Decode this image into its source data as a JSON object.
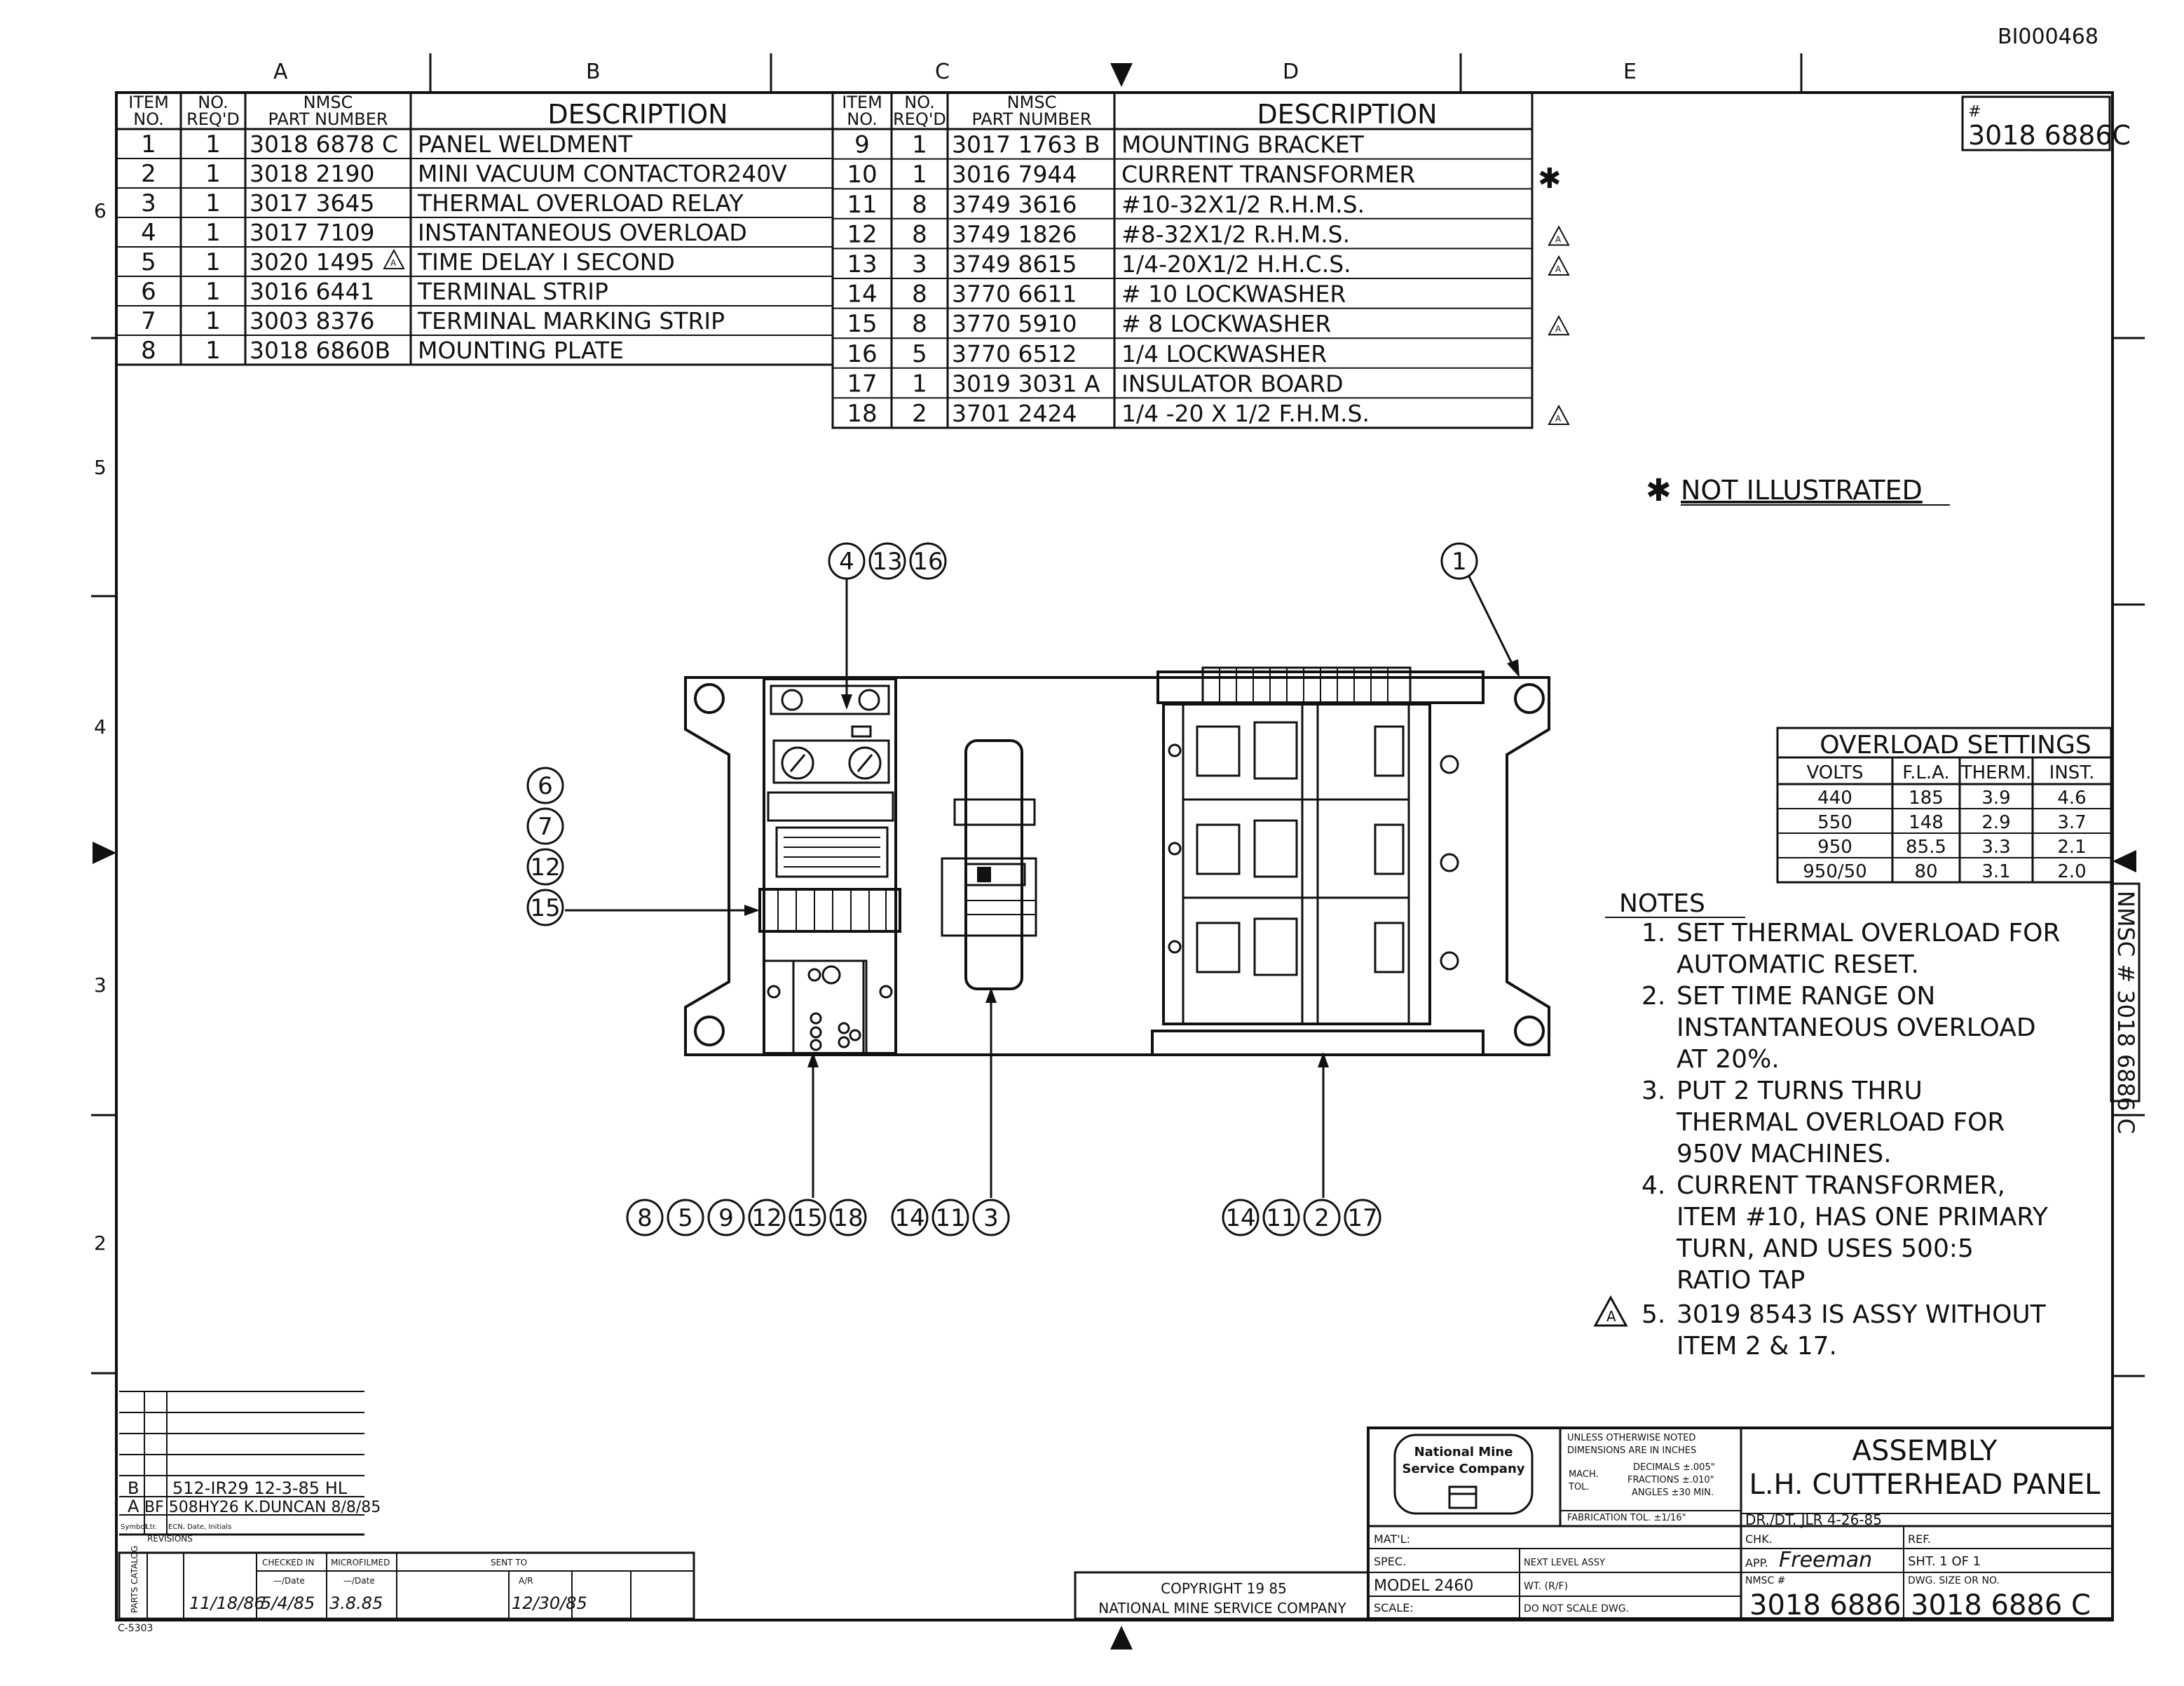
{
  "doc_id": "BI000468",
  "corner_number": "3018 6886C",
  "corner_hash": "#",
  "zone_letters": [
    "A",
    "B",
    "C",
    "D",
    "E"
  ],
  "zone_numbers": [
    "6",
    "5",
    "4",
    "3",
    "2"
  ],
  "parts_headers": {
    "item_no": [
      "ITEM",
      "NO."
    ],
    "no_reqd": [
      "NO.",
      "REQ'D"
    ],
    "part_number": [
      "NMSC",
      "PART NUMBER"
    ],
    "description": "DESCRIPTION"
  },
  "parts_left": [
    {
      "item": "1",
      "qty": "1",
      "part": "3018 6878 C",
      "desc": "PANEL  WELDMENT"
    },
    {
      "item": "2",
      "qty": "1",
      "part": "3018 2190",
      "desc": "MINI VACUUM CONTACTOR240V"
    },
    {
      "item": "3",
      "qty": "1",
      "part": "3017 3645",
      "desc": "THERMAL OVERLOAD RELAY"
    },
    {
      "item": "4",
      "qty": "1",
      "part": "3017 7109",
      "desc": "INSTANTANEOUS OVERLOAD"
    },
    {
      "item": "5",
      "qty": "1",
      "part": "3020 1495",
      "desc": "TIME DELAY  I SECOND",
      "flag": true
    },
    {
      "item": "6",
      "qty": "1",
      "part": "3016 6441",
      "desc": "TERMINAL STRIP"
    },
    {
      "item": "7",
      "qty": "1",
      "part": "3003 8376",
      "desc": "TERMINAL MARKING STRIP"
    },
    {
      "item": "8",
      "qty": "1",
      "part": "3018 6860B",
      "desc": "MOUNTING PLATE"
    }
  ],
  "parts_right": [
    {
      "item": "9",
      "qty": "1",
      "part": "3017 1763  B",
      "desc": "MOUNTING  BRACKET",
      "mark": ""
    },
    {
      "item": "10",
      "qty": "1",
      "part": "3016 7944",
      "desc": "CURRENT  TRANSFORMER",
      "mark": "✱"
    },
    {
      "item": "11",
      "qty": "8",
      "part": "3749 3616",
      "desc": "#10-32X1/2 R.H.M.S.",
      "mark": ""
    },
    {
      "item": "12",
      "qty": "8",
      "part": "3749  1826",
      "desc": "#8-32X1/2  R.H.M.S.",
      "mark": "A"
    },
    {
      "item": "13",
      "qty": "3",
      "part": "3749  8615",
      "desc": "1/4-20X1/2  H.H.C.S.",
      "mark": "A"
    },
    {
      "item": "14",
      "qty": "8",
      "part": "3770  6611",
      "desc": "# 10  LOCKWASHER",
      "mark": ""
    },
    {
      "item": "15",
      "qty": "8",
      "part": "3770  5910",
      "desc": "# 8   LOCKWASHER",
      "mark": "A"
    },
    {
      "item": "16",
      "qty": "5",
      "part": "3770  6512",
      "desc": "1/4  LOCKWASHER",
      "mark": ""
    },
    {
      "item": "17",
      "qty": "1",
      "part": "3019   3031 A",
      "desc": "INSULATOR BOARD",
      "mark": ""
    },
    {
      "item": "18",
      "qty": "2",
      "part": "3701   2424",
      "desc": "1/4 -20 X 1/2  F.H.M.S.",
      "mark": "A"
    }
  ],
  "not_illustrated": "NOT  ILLUSTRATED",
  "star": "✱",
  "balloons": {
    "top_left": [
      "4",
      "13",
      "16"
    ],
    "top_right": [
      "1"
    ],
    "left_stack": [
      "6",
      "7",
      "12",
      "15"
    ],
    "bottom_1": [
      "8",
      "5",
      "9",
      "12",
      "15",
      "18"
    ],
    "bottom_2": [
      "14",
      "11",
      "3"
    ],
    "bottom_3": [
      "14",
      "11",
      "2",
      "17"
    ]
  },
  "overload": {
    "title": "OVERLOAD  SETTINGS",
    "headers": [
      "VOLTS",
      "F.L.A.",
      "THERM.",
      "INST."
    ],
    "rows": [
      [
        "440",
        "185",
        "3.9",
        "4.6"
      ],
      [
        "550",
        "148",
        "2.9",
        "3.7"
      ],
      [
        "950",
        "85.5",
        "3.3",
        "2.1"
      ],
      [
        "950/50",
        "80",
        "3.1",
        "2.0"
      ]
    ]
  },
  "notes": {
    "title": "NOTES",
    "items": [
      {
        "num": "1.",
        "lines": [
          "SET  THERMAL OVERLOAD FOR",
          "AUTOMATIC  RESET."
        ]
      },
      {
        "num": "2.",
        "lines": [
          "SET  TIME  RANGE  ON",
          "INSTANTANEOUS  OVERLOAD",
          "AT  20%."
        ]
      },
      {
        "num": "3.",
        "lines": [
          "PUT  2  TURNS  THRU",
          "THERMAL  OVERLOAD  FOR",
          "950V  MACHINES."
        ]
      },
      {
        "num": "4.",
        "lines": [
          "CURRENT  TRANSFORMER,",
          "ITEM #10,  HAS  ONE  PRIMARY",
          "TURN,  AND  USES  500:5",
          "RATIO  TAP"
        ]
      },
      {
        "num": "5.",
        "lines": [
          "3019 8543  IS  ASSY WITHOUT",
          "ITEM  2 & 17."
        ]
      }
    ]
  },
  "side_tab": "NMSC # 3018 6886 C",
  "revisions": [
    {
      "rev": "B",
      "text": "512-IR29  12-3-85  HL"
    },
    {
      "rev": "A",
      "text": "BF  508HY26   K.DUNCAN  8/8/85"
    }
  ],
  "revisions_header": [
    "Symbol",
    "Ltr.",
    "ECN, Date, Initials",
    "REVISIONS"
  ],
  "checked_block": {
    "labels": [
      "CHECKED IN",
      "MICROFILMED",
      "SENT TO"
    ],
    "sub": [
      "—/Date",
      "—/Date",
      "A/R"
    ],
    "values": [
      "11/18/86",
      "5/4/85",
      "3.8.85",
      "12/30/85"
    ],
    "side": "PARTS CATALOG"
  },
  "form_no": "C-5303",
  "copyright": [
    "COPYRIGHT  19 85",
    "NATIONAL  MINE  SERVICE  COMPANY"
  ],
  "title_block": {
    "company": [
      "National Mine",
      "Service Company"
    ],
    "tolerance": [
      "UNLESS OTHERWISE NOTED",
      "DIMENSIONS ARE IN INCHES",
      "DECIMALS ±.005\"",
      "FRACTIONS ±.010\"",
      "ANGLES ±30 MIN.",
      "FABRICATION TOL.   ±1/16\""
    ],
    "mach_tol": [
      "MACH.",
      "TOL."
    ],
    "title_lines": [
      "ASSEMBLY",
      "L.H. CUTTERHEAD PANEL"
    ],
    "dr_dt": "DR./DT. JLR 4-26-85",
    "matl": "MAT'L:",
    "chk": "CHK.",
    "ref": "REF.",
    "spec": "SPEC.",
    "next_assy": "NEXT LEVEL ASSY",
    "app": "APP.",
    "app_sig": "Freeman",
    "sht": "SHT.  1   OF   1",
    "model": "MODEL  2460",
    "wt": "WT. (R/F)",
    "nmsc_label": "NMSC #",
    "dwg_label": "DWG. SIZE OR NO.",
    "scale": "SCALE:",
    "no_scale": "DO NOT SCALE DWG.",
    "nmsc_no": "3018 6886",
    "dwg_no": "3018 6886 C"
  }
}
